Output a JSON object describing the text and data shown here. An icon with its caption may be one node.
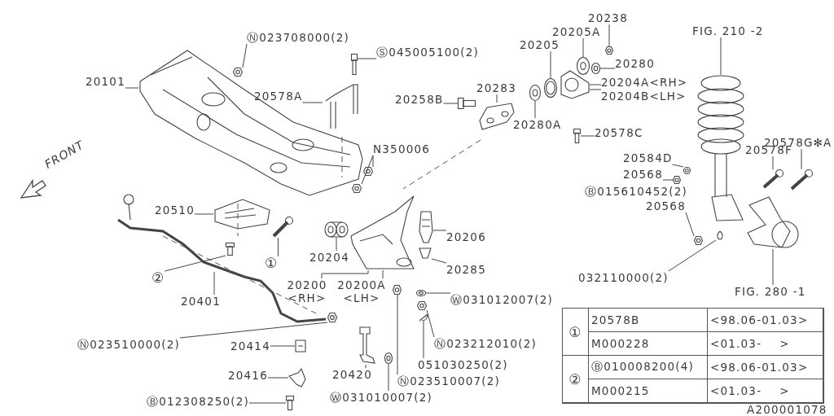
{
  "diagram": {
    "nodes": [
      {
        "text": [
          "Ⓝ023708000(2)"
        ]
      },
      {
        "text": [
          "Ⓢ045005100(2)"
        ]
      },
      {
        "text": [
          "20101"
        ]
      },
      {
        "text": [
          "20578A"
        ]
      },
      {
        "text": [
          "20258B"
        ]
      },
      {
        "text": [
          "20283"
        ]
      },
      {
        "text": [
          "20205"
        ]
      },
      {
        "text": [
          "20205A"
        ]
      },
      {
        "text": [
          "20238"
        ]
      },
      {
        "text": [
          "20280"
        ]
      },
      {
        "text": [
          "20204A<RH>"
        ]
      },
      {
        "text": [
          "20204B<LH>"
        ]
      },
      {
        "text": [
          "20280A"
        ]
      },
      {
        "text": [
          "20578C"
        ]
      },
      {
        "text": [
          "FIG. 210 -2"
        ]
      },
      {
        "text": [
          "20578G✻A"
        ]
      },
      {
        "text": [
          "N350006"
        ]
      },
      {
        "text": [
          "20584D"
        ]
      },
      {
        "text": [
          "20568"
        ]
      },
      {
        "text": [
          "20578F"
        ]
      },
      {
        "text": [
          "20568"
        ]
      },
      {
        "text": [
          "20510"
        ]
      },
      {
        "text": [
          "20206"
        ]
      },
      {
        "text": [
          "①"
        ]
      },
      {
        "text": [
          "②"
        ]
      },
      {
        "text": [
          "20204"
        ]
      },
      {
        "text": [
          "20200 <RH>"
        ]
      },
      {
        "text": [
          "20200A <LH>"
        ]
      },
      {
        "text": [
          "20285"
        ]
      },
      {
        "text": [
          "20401"
        ]
      },
      {
        "text": [
          "Ⓦ031012007(2)"
        ]
      },
      {
        "text": [
          "Ⓝ023510000(2)"
        ]
      },
      {
        "text": [
          "20414"
        ]
      },
      {
        "text": [
          "Ⓝ023212010(2)"
        ]
      },
      {
        "text": [
          "051030250(2)"
        ]
      },
      {
        "text": [
          "20420"
        ]
      },
      {
        "text": [
          "Ⓝ023510007(2)"
        ]
      },
      {
        "text": [
          "20416"
        ]
      },
      {
        "text": [
          "Ⓑ012308250(2)"
        ]
      },
      {
        "text": [
          "Ⓦ031010007(2)"
        ]
      },
      {
        "text": [
          "032110000(2)"
        ]
      },
      {
        "text": [
          "FIG. 280 -1"
        ]
      },
      {
        "text": [],
        "shape": "picture"
      },
      {
        "text": [],
        "shape": "picture"
      },
      {
        "text": [],
        "shape": "picture"
      },
      {
        "text": [],
        "shape": "picture"
      },
      {
        "text": [],
        "shape": "picture"
      },
      {
        "text": [],
        "shape": "picture"
      },
      {
        "text": [],
        "shape": "picture"
      },
      {
        "text": [],
        "shape": "picture"
      },
      {
        "text": [],
        "shape": "picture"
      },
      {
        "text": [],
        "shape": "picture"
      },
      {
        "text": [],
        "shape": "picture"
      },
      {
        "text": [],
        "shape": "picture"
      },
      {
        "text": [],
        "shape": "picture"
      },
      {
        "text": [],
        "shape": "picture"
      },
      {
        "text": [],
        "shape": "picture"
      },
      {
        "text": [],
        "shape": "picture"
      },
      {
        "text": [],
        "shape": "picture"
      },
      {
        "text": [],
        "shape": "picture"
      },
      {
        "text": [],
        "shape": "picture"
      },
      {
        "text": [],
        "shape": "picture"
      },
      {
        "text": [],
        "shape": "picture"
      },
      {
        "text": [],
        "shape": "picture"
      },
      {
        "text": [],
        "shape": "picture"
      },
      {
        "text": [],
        "shape": "picture"
      },
      {
        "text": [],
        "shape": "picture"
      },
      {
        "text": [],
        "shape": "picture"
      },
      {
        "text": [],
        "shape": "picture"
      },
      {
        "text": [],
        "shape": "picture"
      },
      {
        "text": [],
        "shape": "picture"
      },
      {
        "text": [],
        "shape": "picture"
      },
      {
        "text": [],
        "shape": "picture"
      },
      {
        "text": [],
        "shape": "picture"
      },
      {
        "text": [],
        "shape": "picture"
      },
      {
        "text": [],
        "shape": "picture"
      },
      {
        "text": [],
        "shape": "picture"
      },
      {
        "text": [],
        "shape": "picture"
      },
      {
        "text": [],
        "shape": "picture"
      },
      {
        "text": [],
        "shape": "picture"
      },
      {
        "text": [],
        "shape": "picture"
      },
      {
        "text": [],
        "shape": "picture"
      }
    ],
    "edges": [
      {
        "from": 0,
        "to": 42,
        "arrow": "none"
      },
      {
        "from": 1,
        "to": 43,
        "arrow": "none"
      },
      {
        "from": 2,
        "to": 81,
        "arrow": "none"
      },
      {
        "from": 3,
        "to": 44,
        "arrow": "none"
      },
      {
        "from": 4,
        "to": 45,
        "arrow": "none"
      },
      {
        "from": 5,
        "to": 46,
        "arrow": "none"
      },
      {
        "from": 6,
        "to": 47,
        "arrow": "none"
      },
      {
        "from": 7,
        "to": 48,
        "arrow": "none"
      },
      {
        "from": 8,
        "to": 49,
        "arrow": "none"
      },
      {
        "from": 9,
        "to": 50,
        "arrow": "none"
      },
      {
        "from": 10,
        "to": 51,
        "arrow": "none"
      },
      {
        "from": 11,
        "to": 51,
        "arrow": "none"
      },
      {
        "from": 12,
        "to": 52,
        "arrow": "none"
      },
      {
        "from": 13,
        "to": 53,
        "arrow": "none"
      },
      {
        "from": 14,
        "to": 54,
        "arrow": "none"
      },
      {
        "from": 15,
        "to": 55,
        "arrow": "none"
      },
      {
        "from": 16,
        "to": 56,
        "arrow": "none"
      },
      {
        "from": 16,
        "to": 57,
        "arrow": "none"
      },
      {
        "from": 17,
        "to": 58,
        "arrow": "none"
      },
      {
        "from": 18,
        "to": 59,
        "arrow": "none"
      },
      {
        "from": 19,
        "to": 60,
        "arrow": "none"
      },
      {
        "from": 20,
        "to": 61,
        "arrow": "none"
      },
      {
        "from": 21,
        "to": 62,
        "arrow": "none"
      },
      {
        "from": 22,
        "to": 63,
        "arrow": "none"
      },
      {
        "from": 23,
        "to": 64,
        "arrow": "none"
      },
      {
        "from": 24,
        "to": 65,
        "arrow": "none"
      },
      {
        "from": 25,
        "to": 66,
        "arrow": "none"
      },
      {
        "from": 26,
        "to": 67,
        "arrow": "none"
      },
      {
        "from": 27,
        "to": 67,
        "arrow": "none"
      },
      {
        "from": 28,
        "to": 68,
        "arrow": "none"
      },
      {
        "from": 29,
        "to": null,
        "arrow": "none"
      },
      {
        "from": 30,
        "to": 69,
        "arrow": "none"
      },
      {
        "from": 31,
        "to": 70,
        "arrow": "none"
      },
      {
        "from": 32,
        "to": 71,
        "arrow": "none"
      },
      {
        "from": 33,
        "to": 72,
        "arrow": "none"
      },
      {
        "from": 34,
        "to": 73,
        "arrow": "none"
      },
      {
        "from": 35,
        "to": 74,
        "arrow": "none"
      },
      {
        "from": 36,
        "to": 75,
        "arrow": "none"
      },
      {
        "from": 37,
        "to": 76,
        "arrow": "none"
      },
      {
        "from": 38,
        "to": 77,
        "arrow": "none"
      },
      {
        "from": 39,
        "to": 78,
        "arrow": "none"
      },
      {
        "from": 40,
        "to": 79,
        "arrow": "none"
      },
      {
        "from": 41,
        "to": 80,
        "arrow": "none"
      }
    ],
    "labels": [
      "FRONT",
      "Ⓑ015610452(2)",
      "①",
      "20578B",
      "<98.06-01.03>",
      "M000228",
      "<01.03-    >",
      "②",
      "Ⓑ010008200(4)",
      "<98.06-01.03>",
      "M000215",
      "<01.03-    >",
      "A200001078"
    ]
  }
}
